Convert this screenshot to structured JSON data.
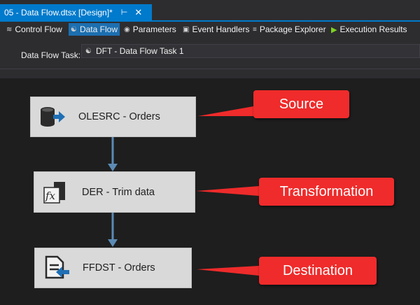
{
  "tab": {
    "title": "05 - Data Flow.dtsx [Design]*",
    "pin_icon": "pin-icon",
    "close_icon": "close-icon"
  },
  "toolbar": {
    "items": [
      {
        "label": "Control Flow",
        "icon": "control-flow-icon",
        "active": false
      },
      {
        "label": "Data Flow",
        "icon": "data-flow-icon",
        "active": true
      },
      {
        "label": "Parameters",
        "icon": "parameters-icon",
        "active": false
      },
      {
        "label": "Event Handlers",
        "icon": "event-handlers-icon",
        "active": false
      },
      {
        "label": "Package Explorer",
        "icon": "package-explorer-icon",
        "active": false
      },
      {
        "label": "Execution Results",
        "icon": "execution-results-icon",
        "active": false
      }
    ]
  },
  "task": {
    "label": "Data Flow Task:",
    "value": "DFT - Data Flow Task 1"
  },
  "components": [
    {
      "name": "OLESRC - Orders",
      "icon": "ole-db-source-icon"
    },
    {
      "name": "DER - Trim data",
      "icon": "derived-column-icon"
    },
    {
      "name": "FFDST - Orders",
      "icon": "flat-file-destination-icon"
    }
  ],
  "callouts": [
    {
      "label": "Source"
    },
    {
      "label": "Transformation"
    },
    {
      "label": "Destination"
    }
  ],
  "colors": {
    "accent": "#007acc",
    "callout": "#ef2b2b",
    "arrow": "#5b8bb5",
    "component_bg": "#d9d9d9",
    "canvas_bg": "#1e1e1e"
  }
}
